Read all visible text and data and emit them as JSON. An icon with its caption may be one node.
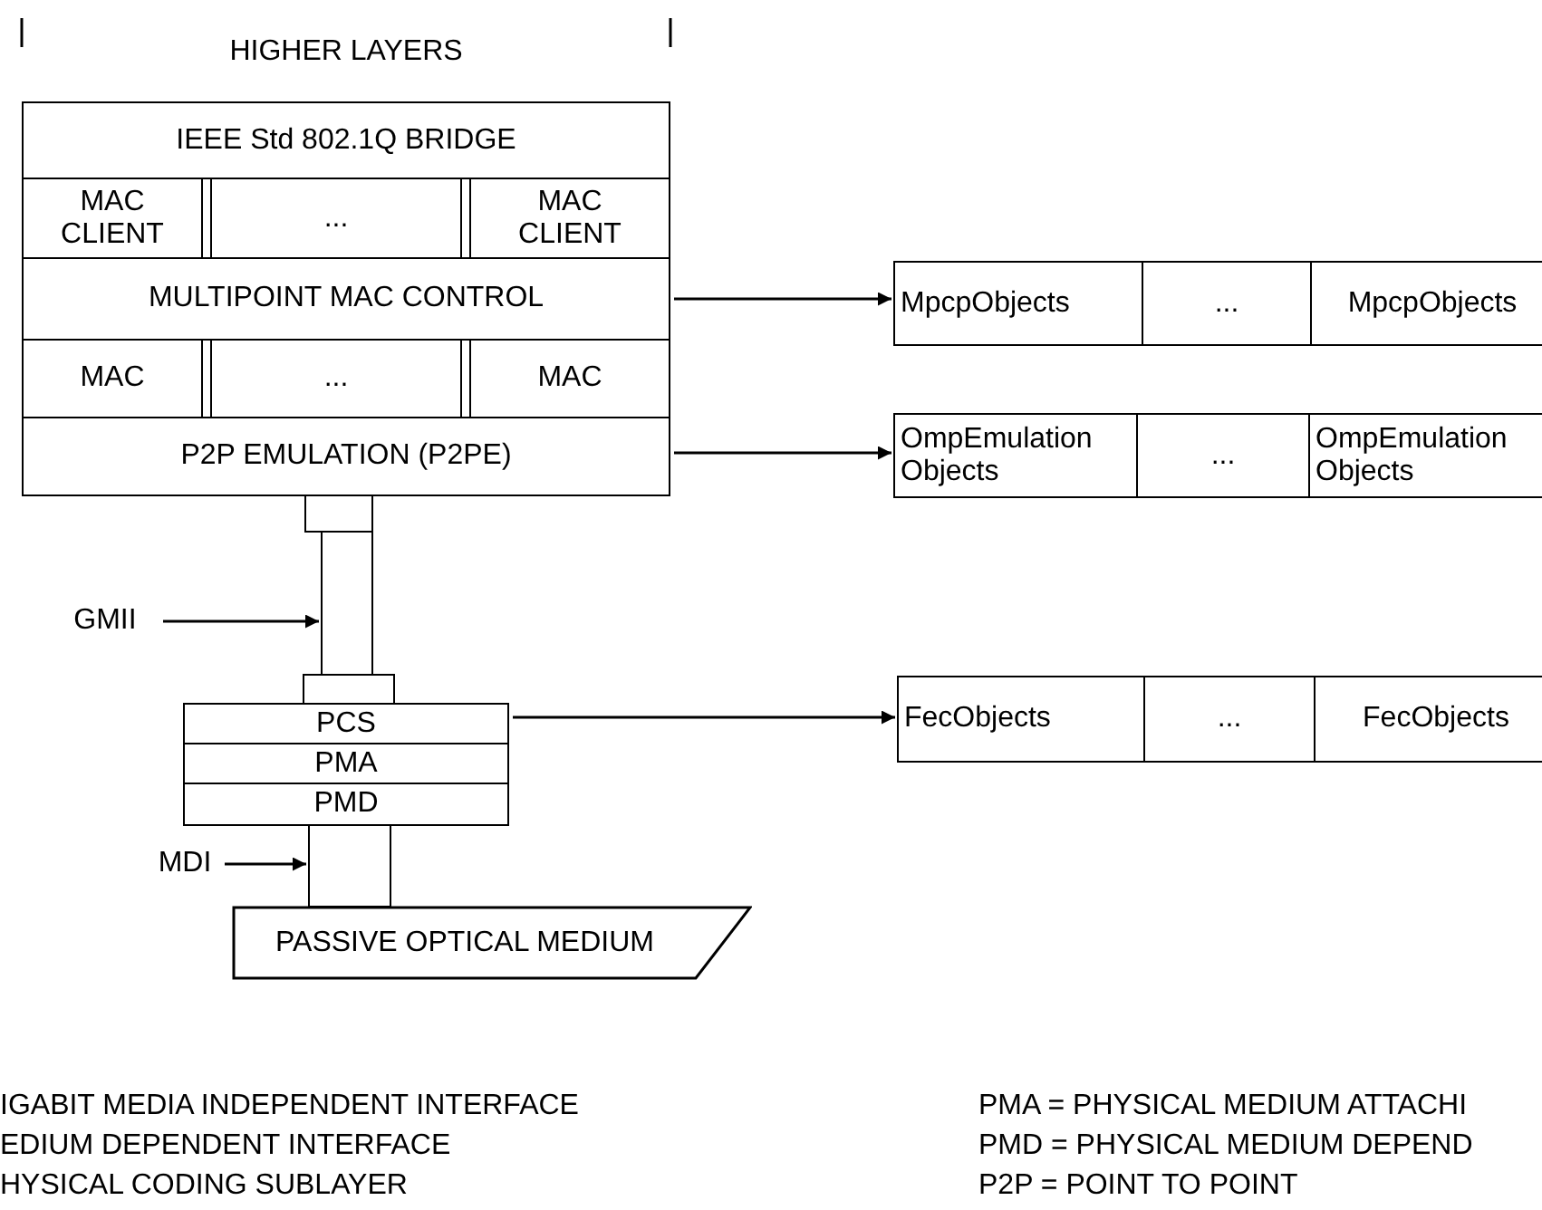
{
  "diagram": {
    "nodes": [
      {
        "text": [
          "HIGHER LAYERS"
        ]
      },
      {
        "text": [
          "IEEE Std 802.1Q BRIDGE"
        ]
      },
      {
        "text": [
          "MAC CLIENT"
        ]
      },
      {
        "text": [
          "..."
        ]
      },
      {
        "text": [
          "MAC CLIENT"
        ]
      },
      {
        "text": [
          "MULTIPOINT MAC CONTROL"
        ]
      },
      {
        "text": [
          "MAC"
        ]
      },
      {
        "text": [
          "..."
        ]
      },
      {
        "text": [
          "MAC"
        ]
      },
      {
        "text": [
          "P2P EMULATION (P2PE)"
        ]
      },
      {
        "text": [
          "MpcpObjects"
        ]
      },
      {
        "text": [
          "..."
        ]
      },
      {
        "text": [
          "MpcpObjects"
        ]
      },
      {
        "text": [
          "OmpEmulation Objects"
        ]
      },
      {
        "text": [
          "..."
        ]
      },
      {
        "text": [
          "OmpEmulation Objects"
        ]
      },
      {
        "text": [],
        "shape": "box"
      },
      {
        "text": [],
        "shape": "box"
      },
      {
        "text": [
          "GMII"
        ]
      },
      {
        "text": [],
        "shape": "box"
      },
      {
        "text": [
          "PCS"
        ]
      },
      {
        "text": [
          "PMA"
        ]
      },
      {
        "text": [
          "PMD"
        ]
      },
      {
        "text": [
          "FecObjects"
        ]
      },
      {
        "text": [
          "..."
        ]
      },
      {
        "text": [
          "FecObjects"
        ]
      },
      {
        "text": [
          "MDI"
        ]
      },
      {
        "text": [],
        "shape": "box"
      },
      {
        "text": [
          "PASSIVE OPTICAL MEDIUM"
        ]
      }
    ],
    "edges": [
      {
        "from": 5,
        "to": 10,
        "arrow": "to"
      },
      {
        "from": 9,
        "to": 13,
        "arrow": "to"
      },
      {
        "from": 18,
        "to": 17,
        "arrow": "to"
      },
      {
        "from": 20,
        "to": 23,
        "arrow": "to"
      },
      {
        "from": 26,
        "to": 27,
        "arrow": "to"
      }
    ],
    "labels": [
      "IGABIT MEDIA INDEPENDENT INTERFACE",
      "PMA = PHYSICAL MEDIUM ATTACHI",
      "EDIUM DEPENDENT INTERFACE",
      "PMD = PHYSICAL MEDIUM DEPEND",
      "HYSICAL CODING SUBLAYER",
      "P2P = POINT TO POINT"
    ]
  }
}
